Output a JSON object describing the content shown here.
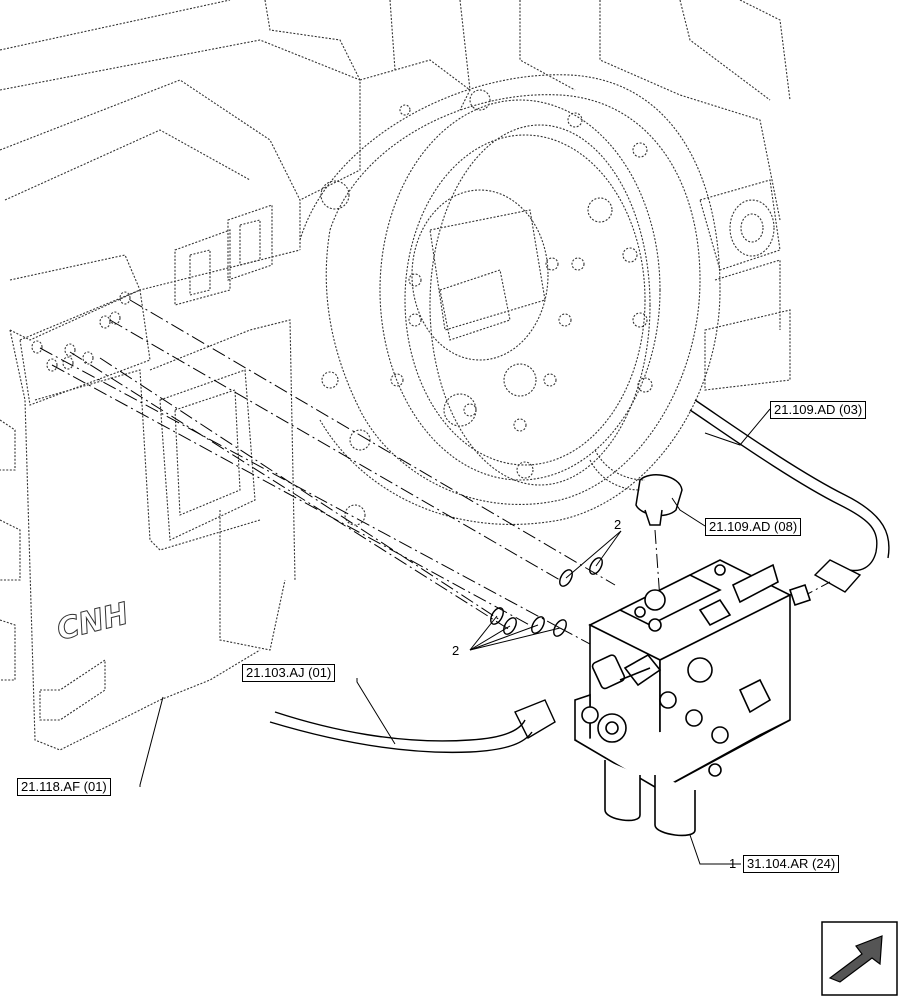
{
  "callouts": {
    "ref_21_109_AD_03": "21.109.AD (03)",
    "ref_21_109_AD_08": "21.109.AD (08)",
    "ref_21_103_AJ_01": "21.103.AJ (01)",
    "ref_21_118_AF_01": "21.118.AF (01)",
    "ref_31_104_AR_24": "31.104.AR (24)"
  },
  "item_numbers": {
    "item_1": "1",
    "item_2_top": "2",
    "item_2_bottom": "2"
  },
  "brand_text": "CNH",
  "nav_icon": "arrow-left-down-icon",
  "colors": {
    "line": "#000000",
    "fill": "#ffffff",
    "gray": "#555555"
  }
}
